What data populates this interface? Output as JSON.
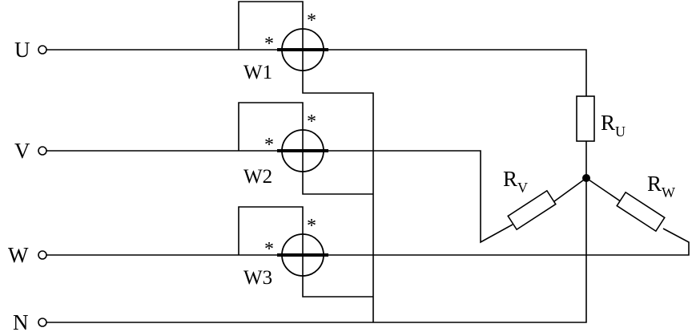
{
  "terminals": {
    "u": "U",
    "v": "V",
    "w": "W",
    "n": "N"
  },
  "meters": {
    "w1": "W1",
    "w2": "W2",
    "w3": "W3"
  },
  "polarity_mark": "*",
  "resistors": {
    "ru": {
      "main": "R",
      "sub": "U"
    },
    "rv": {
      "main": "R",
      "sub": "V"
    },
    "rw": {
      "main": "R",
      "sub": "W"
    }
  }
}
